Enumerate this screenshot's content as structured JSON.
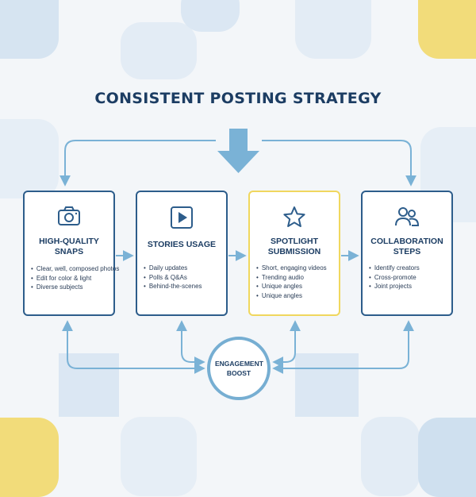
{
  "title": "CONSISTENT POSTING STRATEGY",
  "colors": {
    "heading": "#1c3d63",
    "card_border": "#2d5d8b",
    "highlight_border": "#f0d75e",
    "arrow": "#7ab2d6",
    "hub_border": "#76aed2",
    "bg_blue": "#cfe0ef",
    "bg_yellow": "#f2dc7a"
  },
  "cards": [
    {
      "icon": "camera-icon",
      "heading": "HIGH-QUALITY SNAPS",
      "bullets": [
        "Clear, well, composed photos",
        "Edit for color & light",
        "Diverse subjects"
      ]
    },
    {
      "icon": "play-icon",
      "heading": "STORIES USAGE",
      "bullets": [
        "Daily updates",
        "Polls & Q&As",
        "Behind-the-scenes"
      ]
    },
    {
      "icon": "star-icon",
      "heading": "SPOTLIGHT SUBMISSION",
      "bullets": [
        "Short, engaging videos",
        "Trending audio",
        "Unique angles",
        "Unique angles"
      ]
    },
    {
      "icon": "people-icon",
      "heading": "COLLABORATION STEPS",
      "bullets": [
        "Identify creators",
        "Cross-promote",
        "Joint projects"
      ]
    }
  ],
  "hub": {
    "label": "ENGAGEMENT BOOST"
  }
}
